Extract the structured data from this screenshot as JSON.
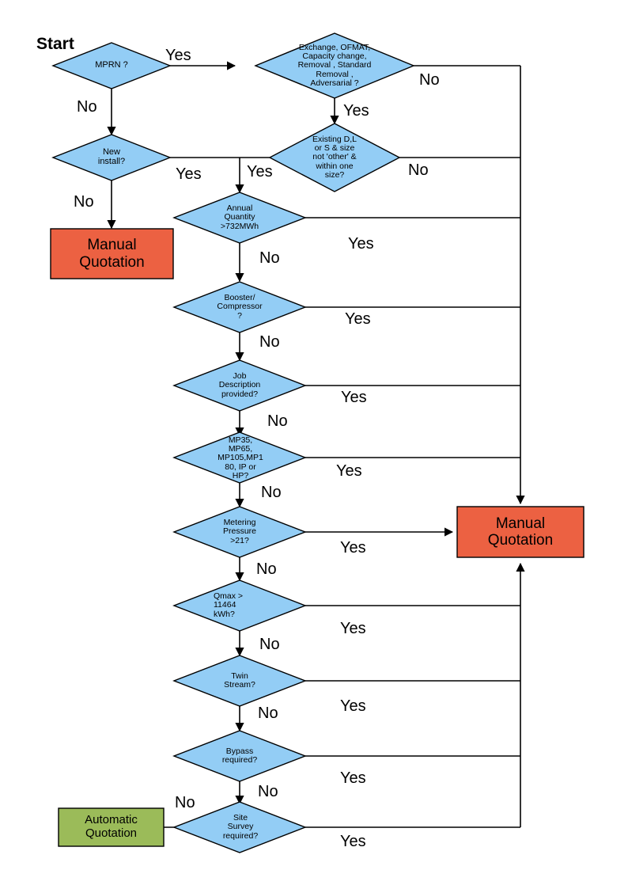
{
  "diagram": {
    "title_label": "Start",
    "colors": {
      "decision_fill": "#93CDF5",
      "manual_fill": "#EC6142",
      "automatic_fill": "#9BBB59",
      "stroke": "#000000",
      "background": "#FFFFFF"
    },
    "nodes": [
      {
        "id": "mprn",
        "type": "decision",
        "text": "MPRN ?"
      },
      {
        "id": "exchange",
        "type": "decision",
        "text": "Exchange, OFMAT,\nCapacity change,\nRemoval , Standard\nRemoval ,\nAdversarial ?"
      },
      {
        "id": "newinstall",
        "type": "decision",
        "text": "New\ninstall?"
      },
      {
        "id": "existing",
        "type": "decision",
        "text": "Existing D,L\nor S & size\nnot 'other' &\nwithin one\nsize?"
      },
      {
        "id": "annual",
        "type": "decision",
        "text": "Annual\nQuantity\n>732MWh"
      },
      {
        "id": "booster",
        "type": "decision",
        "text": "Booster/\nCompressor\n?"
      },
      {
        "id": "jobdesc",
        "type": "decision",
        "text": "Job\nDescription\nprovided?"
      },
      {
        "id": "mpsizes",
        "type": "decision",
        "text": "MP35,\nMP65,\nMP105,MP1\n80, IP or\nHP?"
      },
      {
        "id": "metering",
        "type": "decision",
        "text": "Metering\nPressure\n>21?"
      },
      {
        "id": "qmax",
        "type": "decision",
        "text": "Qmax >\n11464\nkWh?"
      },
      {
        "id": "twin",
        "type": "decision",
        "text": "Twin\nStream?"
      },
      {
        "id": "bypass",
        "type": "decision",
        "text": "Bypass\nrequired?"
      },
      {
        "id": "sitesurvey",
        "type": "decision",
        "text": "Site\nSurvey\nrequired?"
      },
      {
        "id": "manual_left",
        "type": "terminal-manual",
        "text": "Manual\nQuotation"
      },
      {
        "id": "manual_right",
        "type": "terminal-manual",
        "text": "Manual\nQuotation"
      },
      {
        "id": "automatic",
        "type": "terminal-automatic",
        "text": "Automatic\nQuotation"
      }
    ],
    "edge_labels": {
      "mprn_yes": "Yes",
      "mprn_no": "No",
      "exchange_no": "No",
      "exchange_yes": "Yes",
      "newinstall_yes": "Yes",
      "newinstall_no": "No",
      "existing_yes": "Yes",
      "existing_no": "No",
      "annual_yes": "Yes",
      "annual_no": "No",
      "booster_yes": "Yes",
      "booster_no": "No",
      "jobdesc_yes": "Yes",
      "jobdesc_no": "No",
      "mpsizes_yes": "Yes",
      "mpsizes_no": "No",
      "metering_yes": "Yes",
      "metering_no": "No",
      "qmax_yes": "Yes",
      "qmax_no": "No",
      "twin_yes": "Yes",
      "twin_no": "No",
      "bypass_yes": "Yes",
      "bypass_no": "No",
      "sitesurvey_yes": "Yes",
      "sitesurvey_no": "No"
    }
  }
}
